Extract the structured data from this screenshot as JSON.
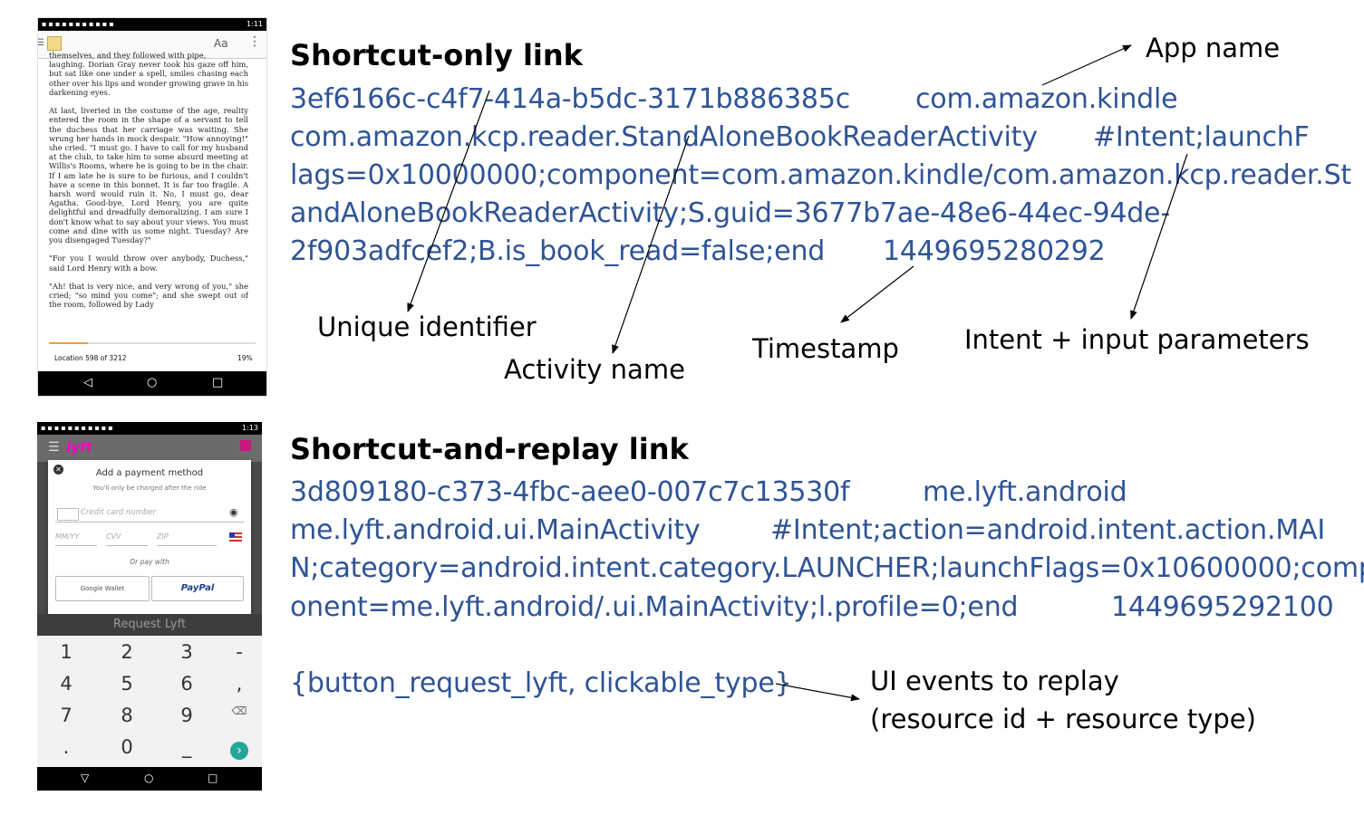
{
  "kindle_screen": {
    "status_time": "1:11",
    "toolbar_font_label": "Aa",
    "book_text": "themselves, and they followed with pipe,\nlaughing. Dorian Gray never took his gaze off him, but sat like one under a spell, smiles chasing each other over his lips and wonder growing grave in his darkening eyes.\n\nAt last, liveried in the costume of the age, reality entered the room in the shape of a servant to tell the duchess that her carriage was waiting. She wrung her hands in mock despair. \"How annoying!\" she cried. \"I must go. I have to call for my husband at the club, to take him to some absurd meeting at Willis's Rooms, where he is going to be in the chair. If I am late he is sure to be furious, and I couldn't have a scene in this bonnet. It is far too fragile. A harsh word would ruin it. No, I must go, dear Agatha. Good-bye, Lord Henry, you are quite delightful and dreadfully demoralizing. I am sure I don't know what to say about your views. You must come and dine with us some night. Tuesday? Are you disengaged Tuesday?\"\n\n\"For you I would throw over anybody, Duchess,\" said Lord Henry with a bow.\n\n\"Ah! that is very nice, and very wrong of you,\" she cried; \"so mind you come\"; and she swept out of the room, followed by Lady",
    "location": "Location 598 of 3212",
    "percent": "19%",
    "progress_fraction": 0.19
  },
  "lyft_screen": {
    "status_time": "1:13",
    "logo": "lyft",
    "dialog_title": "Add a payment method",
    "dialog_subtitle": "You'll only be charged after the ride",
    "card_placeholder": "Credit card number",
    "mm_placeholder": "MM/YY",
    "cvv_placeholder": "CVV",
    "zip_placeholder": "ZIP",
    "or_pay_with": "Or pay with",
    "google_wallet_label": "Google Wallet",
    "paypal_label": "PayPal",
    "request_button": "Request Lyft",
    "keys": [
      "1",
      "2",
      "3",
      "-",
      "4",
      "5",
      "6",
      ",",
      "7",
      "8",
      "9",
      "⌫",
      ".",
      "0",
      "_",
      "›"
    ]
  },
  "shortcut_only": {
    "heading": "Shortcut-only link",
    "lines": [
      "3ef6166c-c4f7-414a-b5dc-3171b886385c",
      "com.amazon.kindle",
      "com.amazon.kcp.reader.StandAloneBookReaderActivity",
      "#Intent;launchF",
      "lags=0x10000000;component=com.amazon.kindle/com.amazon.kcp.reader.St",
      "andAloneBookReaderActivity;S.guid=3677b7ae-48e6-44ec-94de-",
      "2f903adfcef2;B.is_book_read=false;end",
      "1449695280292"
    ],
    "labels": {
      "app_name": "App name",
      "unique_identifier": "Unique identifier",
      "activity_name": "Activity name",
      "timestamp": "Timestamp",
      "intent_params": "Intent + input parameters"
    }
  },
  "shortcut_replay": {
    "heading": "Shortcut-and-replay link",
    "lines": [
      "3d809180-c373-4fbc-aee0-007c7c13530f",
      "me.lyft.android",
      "me.lyft.android.ui.MainActivity",
      "#Intent;action=android.intent.action.MAI",
      "N;category=android.intent.category.LAUNCHER;launchFlags=0x10600000;comp",
      "onent=me.lyft.android/.ui.MainActivity;l.profile=0;end",
      "1449695292100",
      "{button_request_lyft, clickable_type}"
    ],
    "labels": {
      "ui_events": "UI events to replay",
      "resource": "(resource id + resource type)"
    }
  }
}
